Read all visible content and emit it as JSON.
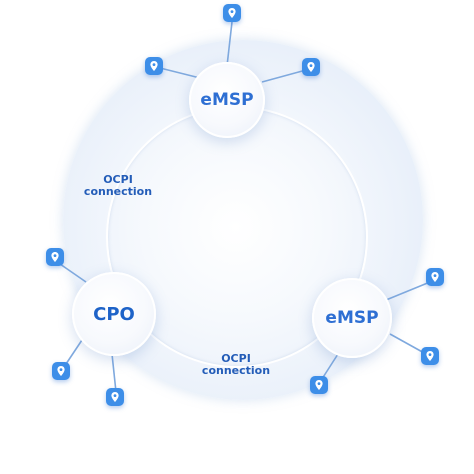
{
  "nodes": {
    "emsp_top": {
      "label": "eMSP"
    },
    "cpo": {
      "label": "CPO"
    },
    "emsp_right": {
      "label": "eMSP"
    }
  },
  "connections": {
    "left": {
      "line1": "OCPI",
      "line2": "connection"
    },
    "bottom": {
      "line1": "OCPI",
      "line2": "connection"
    }
  },
  "colors": {
    "accent": "#3d8ee8",
    "label": "#2e6fd3",
    "line": "#7fa9de"
  },
  "icons": {
    "location_pin": "location-pin-icon"
  }
}
